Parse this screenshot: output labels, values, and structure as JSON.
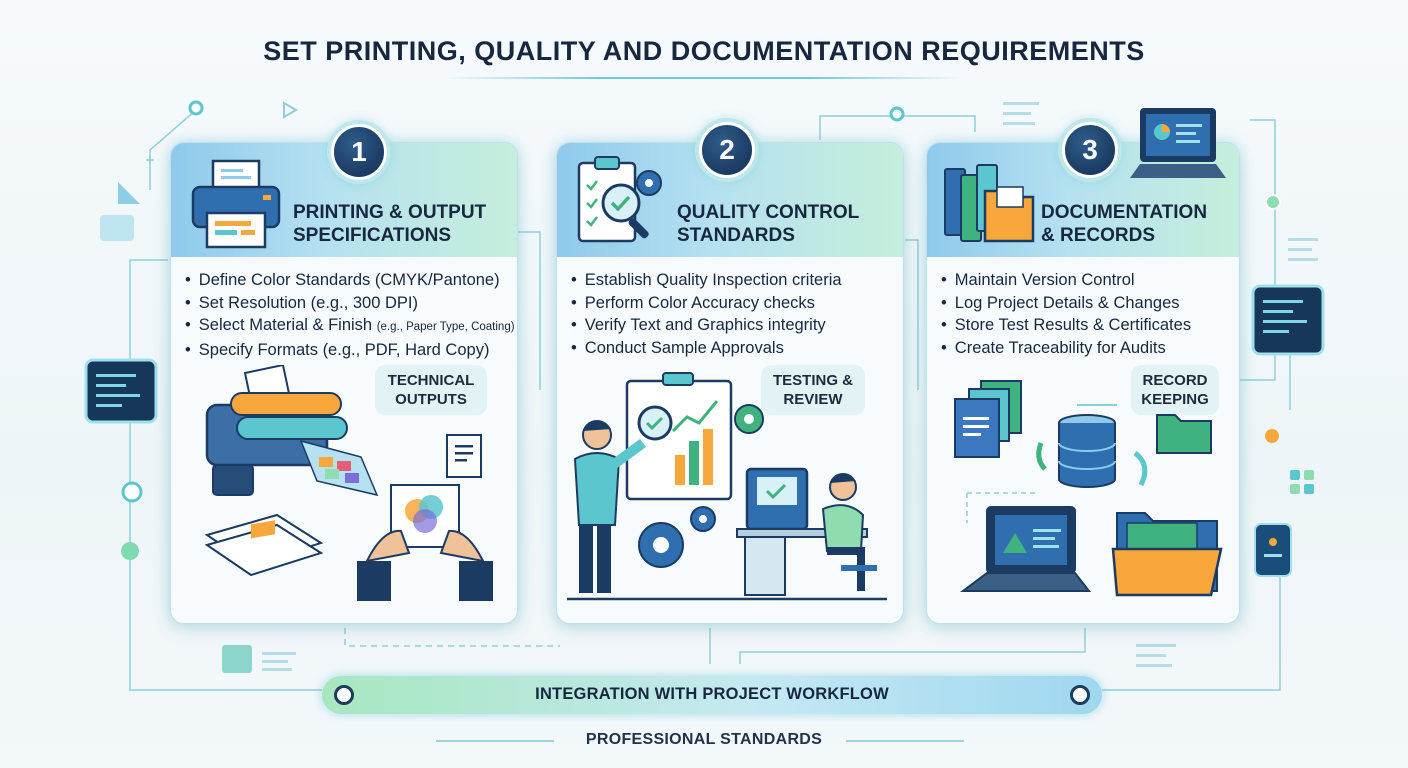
{
  "title": "SET PRINTING, QUALITY AND DOCUMENTATION REQUIREMENTS",
  "colors": {
    "accent_teal": "#5cc6cf",
    "navy": "#1b3b63",
    "header_blue": "#8fc9ec",
    "header_green": "#c6eedb",
    "orange": "#f7a73b"
  },
  "cards": [
    {
      "number": "1",
      "title_lines": [
        "PRINTING & OUTPUT",
        "SPECIFICATIONS"
      ],
      "icon": "printer-icon",
      "bullets": [
        {
          "text": "Define Color Standards (CMYK/Pantone)",
          "small": ""
        },
        {
          "text": "Set Resolution (e.g., 300 DPI)",
          "small": ""
        },
        {
          "text": "Select Material & Finish ",
          "small": "(e.g., Paper Type, Coating)"
        },
        {
          "text": "Specify Formats (e.g., PDF, Hard Copy)",
          "small": ""
        }
      ],
      "tag_lines": [
        "TECHNICAL",
        "OUTPUTS"
      ]
    },
    {
      "number": "2",
      "title_lines": [
        "QUALITY CONTROL",
        "STANDARDS"
      ],
      "icon": "checklist-magnifier-icon",
      "bullets": [
        {
          "text": "Establish Quality Inspection criteria",
          "small": ""
        },
        {
          "text": "Perform Color Accuracy checks",
          "small": ""
        },
        {
          "text": "Verify Text and Graphics integrity",
          "small": ""
        },
        {
          "text": "Conduct Sample Approvals",
          "small": ""
        }
      ],
      "tag_lines": [
        "TESTING &",
        "REVIEW"
      ]
    },
    {
      "number": "3",
      "title_lines": [
        "DOCUMENTATION",
        "& RECORDS"
      ],
      "icon": "binders-folder-icon",
      "bullets": [
        {
          "text": "Maintain Version Control",
          "small": ""
        },
        {
          "text": "Log Project Details & Changes",
          "small": ""
        },
        {
          "text": "Store Test Results & Certificates",
          "small": ""
        },
        {
          "text": "Create Traceability for Audits",
          "small": ""
        }
      ],
      "tag_lines": [
        "RECORD",
        "KEEPING"
      ]
    }
  ],
  "workflow_label": "INTEGRATION WITH PROJECT WORKFLOW",
  "footer_label": "PROFESSIONAL STANDARDS"
}
